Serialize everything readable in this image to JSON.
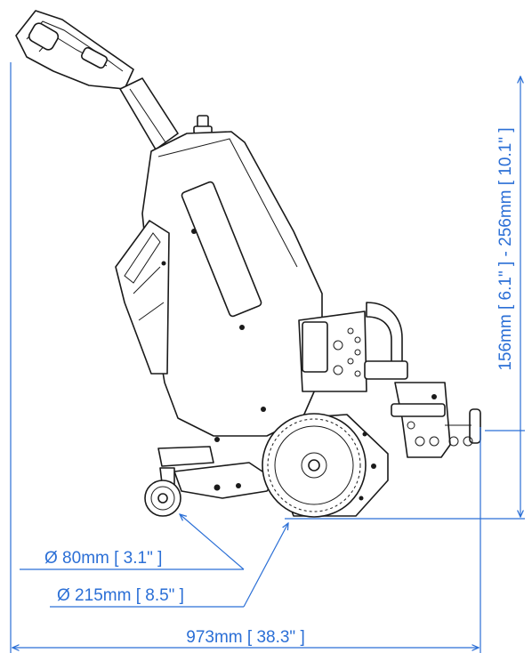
{
  "drawing": {
    "accent_color": "#2b6fd6",
    "dimensions": {
      "height_range": "156mm [ 6.1\" ] - 256mm [ 10.1\" ]",
      "small_wheel": "Ø 80mm [ 3.1\" ]",
      "large_wheel": "Ø 215mm [ 8.5\" ]",
      "overall_length": "973mm [ 38.3\" ]"
    }
  }
}
